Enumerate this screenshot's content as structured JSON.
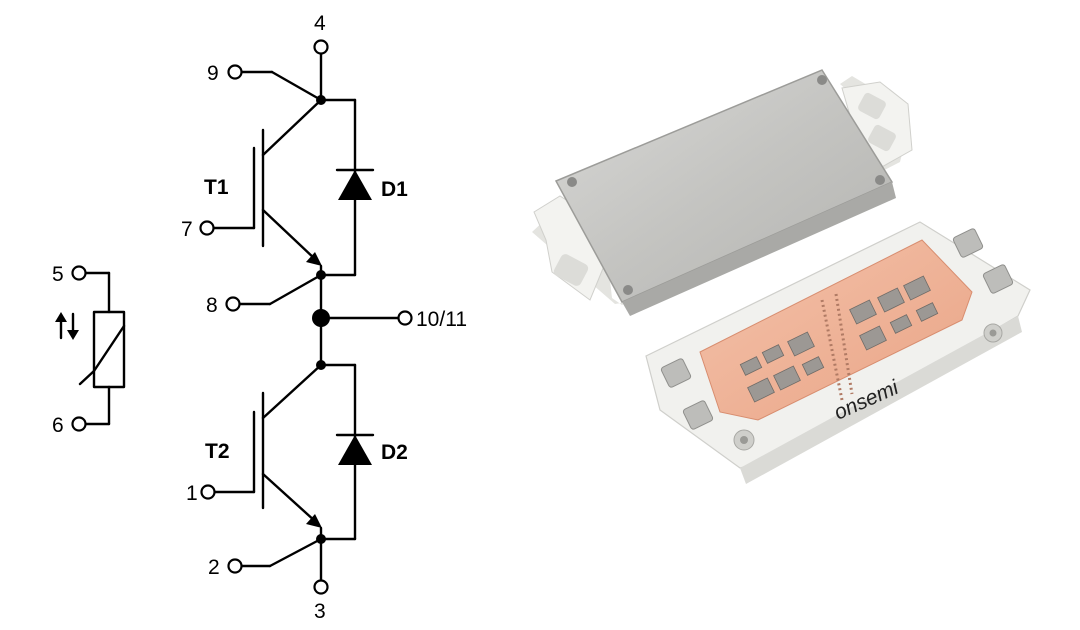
{
  "schematic": {
    "pins": {
      "p1": "1",
      "p2": "2",
      "p3": "3",
      "p4": "4",
      "p5": "5",
      "p6": "6",
      "p7": "7",
      "p8": "8",
      "p9": "9",
      "p10_11": "10/11"
    },
    "components": {
      "t1": "T1",
      "t2": "T2",
      "d1": "D1",
      "d2": "D2"
    }
  },
  "product_photo": {
    "brand": "onsemi",
    "colors": {
      "substrate": "#efb398",
      "housing": "#f1f1ee",
      "lid": "#c9c9c6"
    }
  }
}
